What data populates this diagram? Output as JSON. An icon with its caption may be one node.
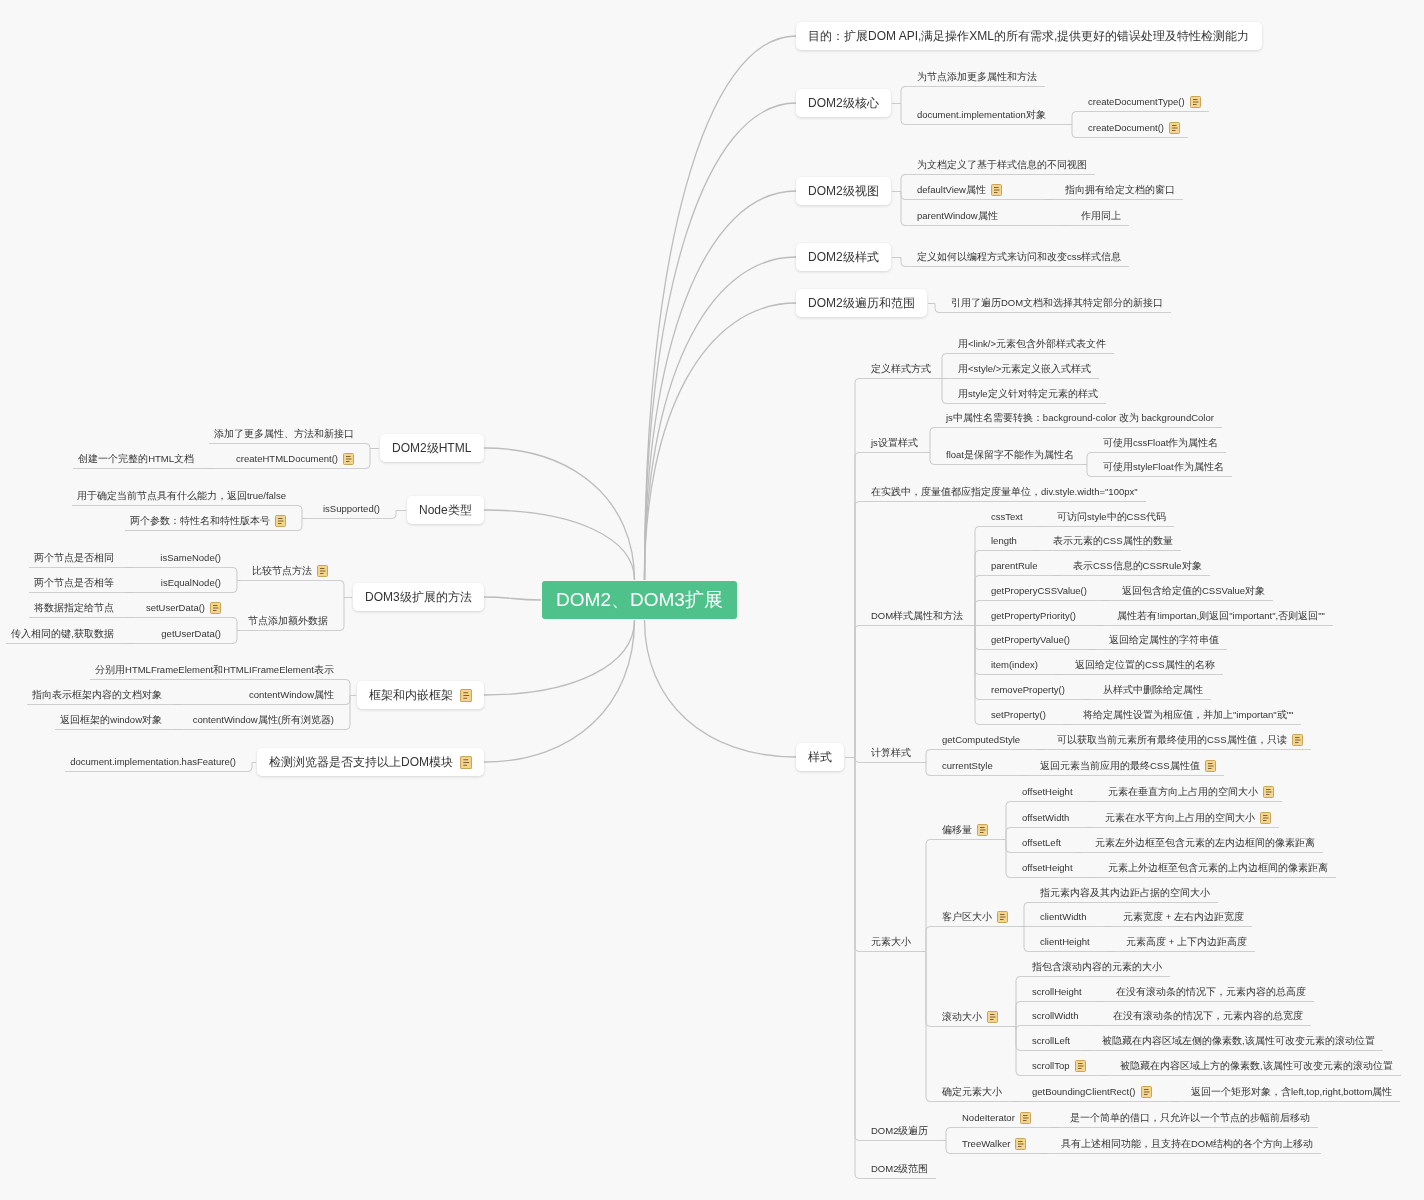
{
  "diagram": {
    "nodes": [
      {
        "text": [
          "DOM2、DOM3扩展"
        ]
      },
      {
        "text": [
          "目的：扩展DOM API,满足操作XML的所有需求,提供更好的错误处理及特性检测能力"
        ]
      },
      {
        "text": [
          "DOM2级核心"
        ]
      },
      {
        "text": [
          "为节点添加更多属性和方法"
        ]
      },
      {
        "text": [
          "document.implementation对象"
        ]
      },
      {
        "text": [
          "createDocumentType()"
        ]
      },
      {
        "text": [
          "createDocument()"
        ]
      },
      {
        "text": [
          "DOM2级视图"
        ]
      },
      {
        "text": [
          "为文档定义了基于样式信息的不同视图"
        ]
      },
      {
        "text": [
          "defaultView属性"
        ]
      },
      {
        "text": [
          "指向拥有给定文档的窗口"
        ]
      },
      {
        "text": [
          "parentWindow属性"
        ]
      },
      {
        "text": [
          "作用同上"
        ]
      },
      {
        "text": [
          "DOM2级样式"
        ]
      },
      {
        "text": [
          "定义如何以编程方式来访问和改变css样式信息"
        ]
      },
      {
        "text": [
          "DOM2级遍历和范围"
        ]
      },
      {
        "text": [
          "引用了遍历DOM文档和选择其特定部分的新接口"
        ]
      },
      {
        "text": [
          "样式"
        ]
      },
      {
        "text": [
          "定义样式方式"
        ]
      },
      {
        "text": [
          "用<link/>元素包含外部样式表文件"
        ]
      },
      {
        "text": [
          "用<style/>元素定义嵌入式样式"
        ]
      },
      {
        "text": [
          "用style定义针对特定元素的样式"
        ]
      },
      {
        "text": [
          "js设置样式"
        ]
      },
      {
        "text": [
          "js中属性名需要转换：background-color 改为 backgroundColor"
        ]
      },
      {
        "text": [
          "float是保留字不能作为属性名"
        ]
      },
      {
        "text": [
          "可使用cssFloat作为属性名"
        ]
      },
      {
        "text": [
          "可使用styleFloat作为属性名"
        ]
      },
      {
        "text": [
          "在实践中，度量值都应指定度量单位，div.style.width=\"100px\""
        ]
      },
      {
        "text": [
          "DOM样式属性和方法"
        ]
      },
      {
        "text": [
          "cssText"
        ]
      },
      {
        "text": [
          "可访问style中的CSS代码"
        ]
      },
      {
        "text": [
          "length"
        ]
      },
      {
        "text": [
          "表示元素的CSS属性的数量"
        ]
      },
      {
        "text": [
          "parentRule"
        ]
      },
      {
        "text": [
          "表示CSS信息的CSSRule对象"
        ]
      },
      {
        "text": [
          "getProperyCSSValue()"
        ]
      },
      {
        "text": [
          "返回包含给定值的CSSValue对象"
        ]
      },
      {
        "text": [
          "getPropertyPriority()"
        ]
      },
      {
        "text": [
          "属性若有!importan,则返回\"important\",否则返回\"\""
        ]
      },
      {
        "text": [
          "getPropertyValue()"
        ]
      },
      {
        "text": [
          "返回给定属性的字符串值"
        ]
      },
      {
        "text": [
          "item(index)"
        ]
      },
      {
        "text": [
          "返回给定位置的CSS属性的名称"
        ]
      },
      {
        "text": [
          "removeProperty()"
        ]
      },
      {
        "text": [
          "从样式中删除给定属性"
        ]
      },
      {
        "text": [
          "setProperty()"
        ]
      },
      {
        "text": [
          "将给定属性设置为相应值，并加上\"importan\"或\"\""
        ]
      },
      {
        "text": [
          "计算样式"
        ]
      },
      {
        "text": [
          "getComputedStyle"
        ]
      },
      {
        "text": [
          "可以获取当前元素所有最终使用的CSS属性值，只读"
        ]
      },
      {
        "text": [
          "currentStyle"
        ]
      },
      {
        "text": [
          "返回元素当前应用的最终CSS属性值"
        ]
      },
      {
        "text": [
          "元素大小"
        ]
      },
      {
        "text": [
          "偏移量"
        ]
      },
      {
        "text": [
          "offsetHeight"
        ]
      },
      {
        "text": [
          "元素在垂直方向上占用的空间大小"
        ]
      },
      {
        "text": [
          "offsetWidth"
        ]
      },
      {
        "text": [
          "元素在水平方向上占用的空间大小"
        ]
      },
      {
        "text": [
          "offsetLeft"
        ]
      },
      {
        "text": [
          "元素左外边框至包含元素的左内边框间的像素距离"
        ]
      },
      {
        "text": [
          "offsetHeight"
        ]
      },
      {
        "text": [
          "元素上外边框至包含元素的上内边框间的像素距离"
        ]
      },
      {
        "text": [
          "客户区大小"
        ]
      },
      {
        "text": [
          "指元素内容及其内边距占据的空间大小"
        ]
      },
      {
        "text": [
          "clientWidth"
        ]
      },
      {
        "text": [
          "元素宽度 + 左右内边距宽度"
        ]
      },
      {
        "text": [
          "clientHeight"
        ]
      },
      {
        "text": [
          "元素高度 + 上下内边距高度"
        ]
      },
      {
        "text": [
          "滚动大小"
        ]
      },
      {
        "text": [
          "指包含滚动内容的元素的大小"
        ]
      },
      {
        "text": [
          "scrollHeight"
        ]
      },
      {
        "text": [
          "在没有滚动条的情况下，元素内容的总高度"
        ]
      },
      {
        "text": [
          "scrollWidth"
        ]
      },
      {
        "text": [
          "在没有滚动条的情况下，元素内容的总宽度"
        ]
      },
      {
        "text": [
          "scrollLeft"
        ]
      },
      {
        "text": [
          "被隐藏在内容区域左侧的像素数,该属性可改变元素的滚动位置"
        ]
      },
      {
        "text": [
          "scrollTop"
        ]
      },
      {
        "text": [
          "被隐藏在内容区域上方的像素数,该属性可改变元素的滚动位置"
        ]
      },
      {
        "text": [
          "确定元素大小"
        ]
      },
      {
        "text": [
          "getBoundingClientRect()"
        ]
      },
      {
        "text": [
          "返回一个矩形对象，含left,top,right,bottom属性"
        ]
      },
      {
        "text": [
          "DOM2级遍历"
        ]
      },
      {
        "text": [
          "NodeIterator"
        ]
      },
      {
        "text": [
          "是一个简单的借口，只允许以一个节点的步幅前后移动"
        ]
      },
      {
        "text": [
          "TreeWalker"
        ]
      },
      {
        "text": [
          "具有上述相同功能，且支持在DOM结构的各个方向上移动"
        ]
      },
      {
        "text": [
          "DOM2级范围"
        ]
      },
      {
        "text": [
          "DOM2级HTML"
        ]
      },
      {
        "text": [
          "添加了更多属性、方法和新接口"
        ]
      },
      {
        "text": [
          "createHTMLDocument()"
        ]
      },
      {
        "text": [
          "创建一个完整的HTML文档"
        ]
      },
      {
        "text": [
          "Node类型"
        ]
      },
      {
        "text": [
          "isSupported()"
        ]
      },
      {
        "text": [
          "用于确定当前节点具有什么能力，返回true/false"
        ]
      },
      {
        "text": [
          "两个参数：特性名和特性版本号"
        ]
      },
      {
        "text": [
          "DOM3级扩展的方法"
        ]
      },
      {
        "text": [
          "比较节点方法"
        ]
      },
      {
        "text": [
          "isSameNode()"
        ]
      },
      {
        "text": [
          "两个节点是否相同"
        ]
      },
      {
        "text": [
          "isEqualNode()"
        ]
      },
      {
        "text": [
          "两个节点是否相等"
        ]
      },
      {
        "text": [
          "节点添加额外数据"
        ]
      },
      {
        "text": [
          "setUserData()"
        ]
      },
      {
        "text": [
          "将数据指定给节点"
        ]
      },
      {
        "text": [
          "getUserData()"
        ]
      },
      {
        "text": [
          "传入相同的键,获取数据"
        ]
      },
      {
        "text": [
          "框架和内嵌框架"
        ]
      },
      {
        "text": [
          "分别用HTMLFrameElement和HTMLIFrameElement表示"
        ]
      },
      {
        "text": [
          "contentWindow属性"
        ]
      },
      {
        "text": [
          "指向表示框架内容的文档对象"
        ]
      },
      {
        "text": [
          "contentWindow属性(所有浏览器)"
        ]
      },
      {
        "text": [
          "返回框架的window对象"
        ]
      },
      {
        "text": [
          "检测浏览器是否支持以上DOM模块"
        ]
      },
      {
        "text": [
          "document.implementation.hasFeature()"
        ]
      }
    ],
    "edges": [
      {
        "from": 0,
        "to": 1,
        "arrow": "none"
      },
      {
        "from": 0,
        "to": 2,
        "arrow": "none"
      },
      {
        "from": 2,
        "to": 3,
        "arrow": "none"
      },
      {
        "from": 2,
        "to": 4,
        "arrow": "none"
      },
      {
        "from": 4,
        "to": 5,
        "arrow": "none"
      },
      {
        "from": 4,
        "to": 6,
        "arrow": "none"
      },
      {
        "from": 0,
        "to": 7,
        "arrow": "none"
      },
      {
        "from": 7,
        "to": 8,
        "arrow": "none"
      },
      {
        "from": 7,
        "to": 9,
        "arrow": "none"
      },
      {
        "from": 9,
        "to": 10,
        "arrow": "none"
      },
      {
        "from": 7,
        "to": 11,
        "arrow": "none"
      },
      {
        "from": 11,
        "to": 12,
        "arrow": "none"
      },
      {
        "from": 0,
        "to": 13,
        "arrow": "none"
      },
      {
        "from": 13,
        "to": 14,
        "arrow": "none"
      },
      {
        "from": 0,
        "to": 15,
        "arrow": "none"
      },
      {
        "from": 15,
        "to": 16,
        "arrow": "none"
      },
      {
        "from": 0,
        "to": 17,
        "arrow": "none"
      },
      {
        "from": 17,
        "to": 18,
        "arrow": "none"
      },
      {
        "from": 18,
        "to": 19,
        "arrow": "none"
      },
      {
        "from": 18,
        "to": 20,
        "arrow": "none"
      },
      {
        "from": 18,
        "to": 21,
        "arrow": "none"
      },
      {
        "from": 17,
        "to": 22,
        "arrow": "none"
      },
      {
        "from": 22,
        "to": 23,
        "arrow": "none"
      },
      {
        "from": 22,
        "to": 24,
        "arrow": "none"
      },
      {
        "from": 24,
        "to": 25,
        "arrow": "none"
      },
      {
        "from": 24,
        "to": 26,
        "arrow": "none"
      },
      {
        "from": 17,
        "to": 27,
        "arrow": "none"
      },
      {
        "from": 17,
        "to": 28,
        "arrow": "none"
      },
      {
        "from": 28,
        "to": 29,
        "arrow": "none"
      },
      {
        "from": 29,
        "to": 30,
        "arrow": "none"
      },
      {
        "from": 28,
        "to": 31,
        "arrow": "none"
      },
      {
        "from": 31,
        "to": 32,
        "arrow": "none"
      },
      {
        "from": 28,
        "to": 33,
        "arrow": "none"
      },
      {
        "from": 33,
        "to": 34,
        "arrow": "none"
      },
      {
        "from": 28,
        "to": 35,
        "arrow": "none"
      },
      {
        "from": 35,
        "to": 36,
        "arrow": "none"
      },
      {
        "from": 28,
        "to": 37,
        "arrow": "none"
      },
      {
        "from": 37,
        "to": 38,
        "arrow": "none"
      },
      {
        "from": 28,
        "to": 39,
        "arrow": "none"
      },
      {
        "from": 39,
        "to": 40,
        "arrow": "none"
      },
      {
        "from": 28,
        "to": 41,
        "arrow": "none"
      },
      {
        "from": 41,
        "to": 42,
        "arrow": "none"
      },
      {
        "from": 28,
        "to": 43,
        "arrow": "none"
      },
      {
        "from": 43,
        "to": 44,
        "arrow": "none"
      },
      {
        "from": 28,
        "to": 45,
        "arrow": "none"
      },
      {
        "from": 45,
        "to": 46,
        "arrow": "none"
      },
      {
        "from": 17,
        "to": 47,
        "arrow": "none"
      },
      {
        "from": 47,
        "to": 48,
        "arrow": "none"
      },
      {
        "from": 48,
        "to": 49,
        "arrow": "none"
      },
      {
        "from": 47,
        "to": 50,
        "arrow": "none"
      },
      {
        "from": 50,
        "to": 51,
        "arrow": "none"
      },
      {
        "from": 17,
        "to": 52,
        "arrow": "none"
      },
      {
        "from": 52,
        "to": 53,
        "arrow": "none"
      },
      {
        "from": 53,
        "to": 54,
        "arrow": "none"
      },
      {
        "from": 54,
        "to": 55,
        "arrow": "none"
      },
      {
        "from": 53,
        "to": 56,
        "arrow": "none"
      },
      {
        "from": 56,
        "to": 57,
        "arrow": "none"
      },
      {
        "from": 53,
        "to": 58,
        "arrow": "none"
      },
      {
        "from": 58,
        "to": 59,
        "arrow": "none"
      },
      {
        "from": 53,
        "to": 60,
        "arrow": "none"
      },
      {
        "from": 60,
        "to": 61,
        "arrow": "none"
      },
      {
        "from": 52,
        "to": 62,
        "arrow": "none"
      },
      {
        "from": 62,
        "to": 63,
        "arrow": "none"
      },
      {
        "from": 62,
        "to": 64,
        "arrow": "none"
      },
      {
        "from": 64,
        "to": 65,
        "arrow": "none"
      },
      {
        "from": 62,
        "to": 66,
        "arrow": "none"
      },
      {
        "from": 66,
        "to": 67,
        "arrow": "none"
      },
      {
        "from": 52,
        "to": 68,
        "arrow": "none"
      },
      {
        "from": 68,
        "to": 69,
        "arrow": "none"
      },
      {
        "from": 68,
        "to": 70,
        "arrow": "none"
      },
      {
        "from": 70,
        "to": 71,
        "arrow": "none"
      },
      {
        "from": 68,
        "to": 72,
        "arrow": "none"
      },
      {
        "from": 72,
        "to": 73,
        "arrow": "none"
      },
      {
        "from": 68,
        "to": 74,
        "arrow": "none"
      },
      {
        "from": 74,
        "to": 75,
        "arrow": "none"
      },
      {
        "from": 68,
        "to": 76,
        "arrow": "none"
      },
      {
        "from": 76,
        "to": 77,
        "arrow": "none"
      },
      {
        "from": 52,
        "to": 78,
        "arrow": "none"
      },
      {
        "from": 78,
        "to": 79,
        "arrow": "none"
      },
      {
        "from": 79,
        "to": 80,
        "arrow": "none"
      },
      {
        "from": 17,
        "to": 81,
        "arrow": "none"
      },
      {
        "from": 81,
        "to": 82,
        "arrow": "none"
      },
      {
        "from": 82,
        "to": 83,
        "arrow": "none"
      },
      {
        "from": 81,
        "to": 84,
        "arrow": "none"
      },
      {
        "from": 84,
        "to": 85,
        "arrow": "none"
      },
      {
        "from": 17,
        "to": 86,
        "arrow": "none"
      },
      {
        "from": 0,
        "to": 87,
        "arrow": "none"
      },
      {
        "from": 87,
        "to": 88,
        "arrow": "none"
      },
      {
        "from": 87,
        "to": 89,
        "arrow": "none"
      },
      {
        "from": 89,
        "to": 90,
        "arrow": "none"
      },
      {
        "from": 0,
        "to": 91,
        "arrow": "none"
      },
      {
        "from": 91,
        "to": 92,
        "arrow": "none"
      },
      {
        "from": 92,
        "to": 93,
        "arrow": "none"
      },
      {
        "from": 92,
        "to": 94,
        "arrow": "none"
      },
      {
        "from": 0,
        "to": 95,
        "arrow": "none"
      },
      {
        "from": 95,
        "to": 96,
        "arrow": "none"
      },
      {
        "from": 96,
        "to": 97,
        "arrow": "none"
      },
      {
        "from": 97,
        "to": 98,
        "arrow": "none"
      },
      {
        "from": 96,
        "to": 99,
        "arrow": "none"
      },
      {
        "from": 99,
        "to": 100,
        "arrow": "none"
      },
      {
        "from": 95,
        "to": 101,
        "arrow": "none"
      },
      {
        "from": 101,
        "to": 102,
        "arrow": "none"
      },
      {
        "from": 102,
        "to": 103,
        "arrow": "none"
      },
      {
        "from": 101,
        "to": 104,
        "arrow": "none"
      },
      {
        "from": 104,
        "to": 105,
        "arrow": "none"
      },
      {
        "from": 0,
        "to": 106,
        "arrow": "none"
      },
      {
        "from": 106,
        "to": 107,
        "arrow": "none"
      },
      {
        "from": 106,
        "to": 108,
        "arrow": "none"
      },
      {
        "from": 108,
        "to": 109,
        "arrow": "none"
      },
      {
        "from": 106,
        "to": 110,
        "arrow": "none"
      },
      {
        "from": 110,
        "to": 111,
        "arrow": "none"
      },
      {
        "from": 0,
        "to": 112,
        "arrow": "none"
      },
      {
        "from": 112,
        "to": 113,
        "arrow": "none"
      }
    ]
  }
}
